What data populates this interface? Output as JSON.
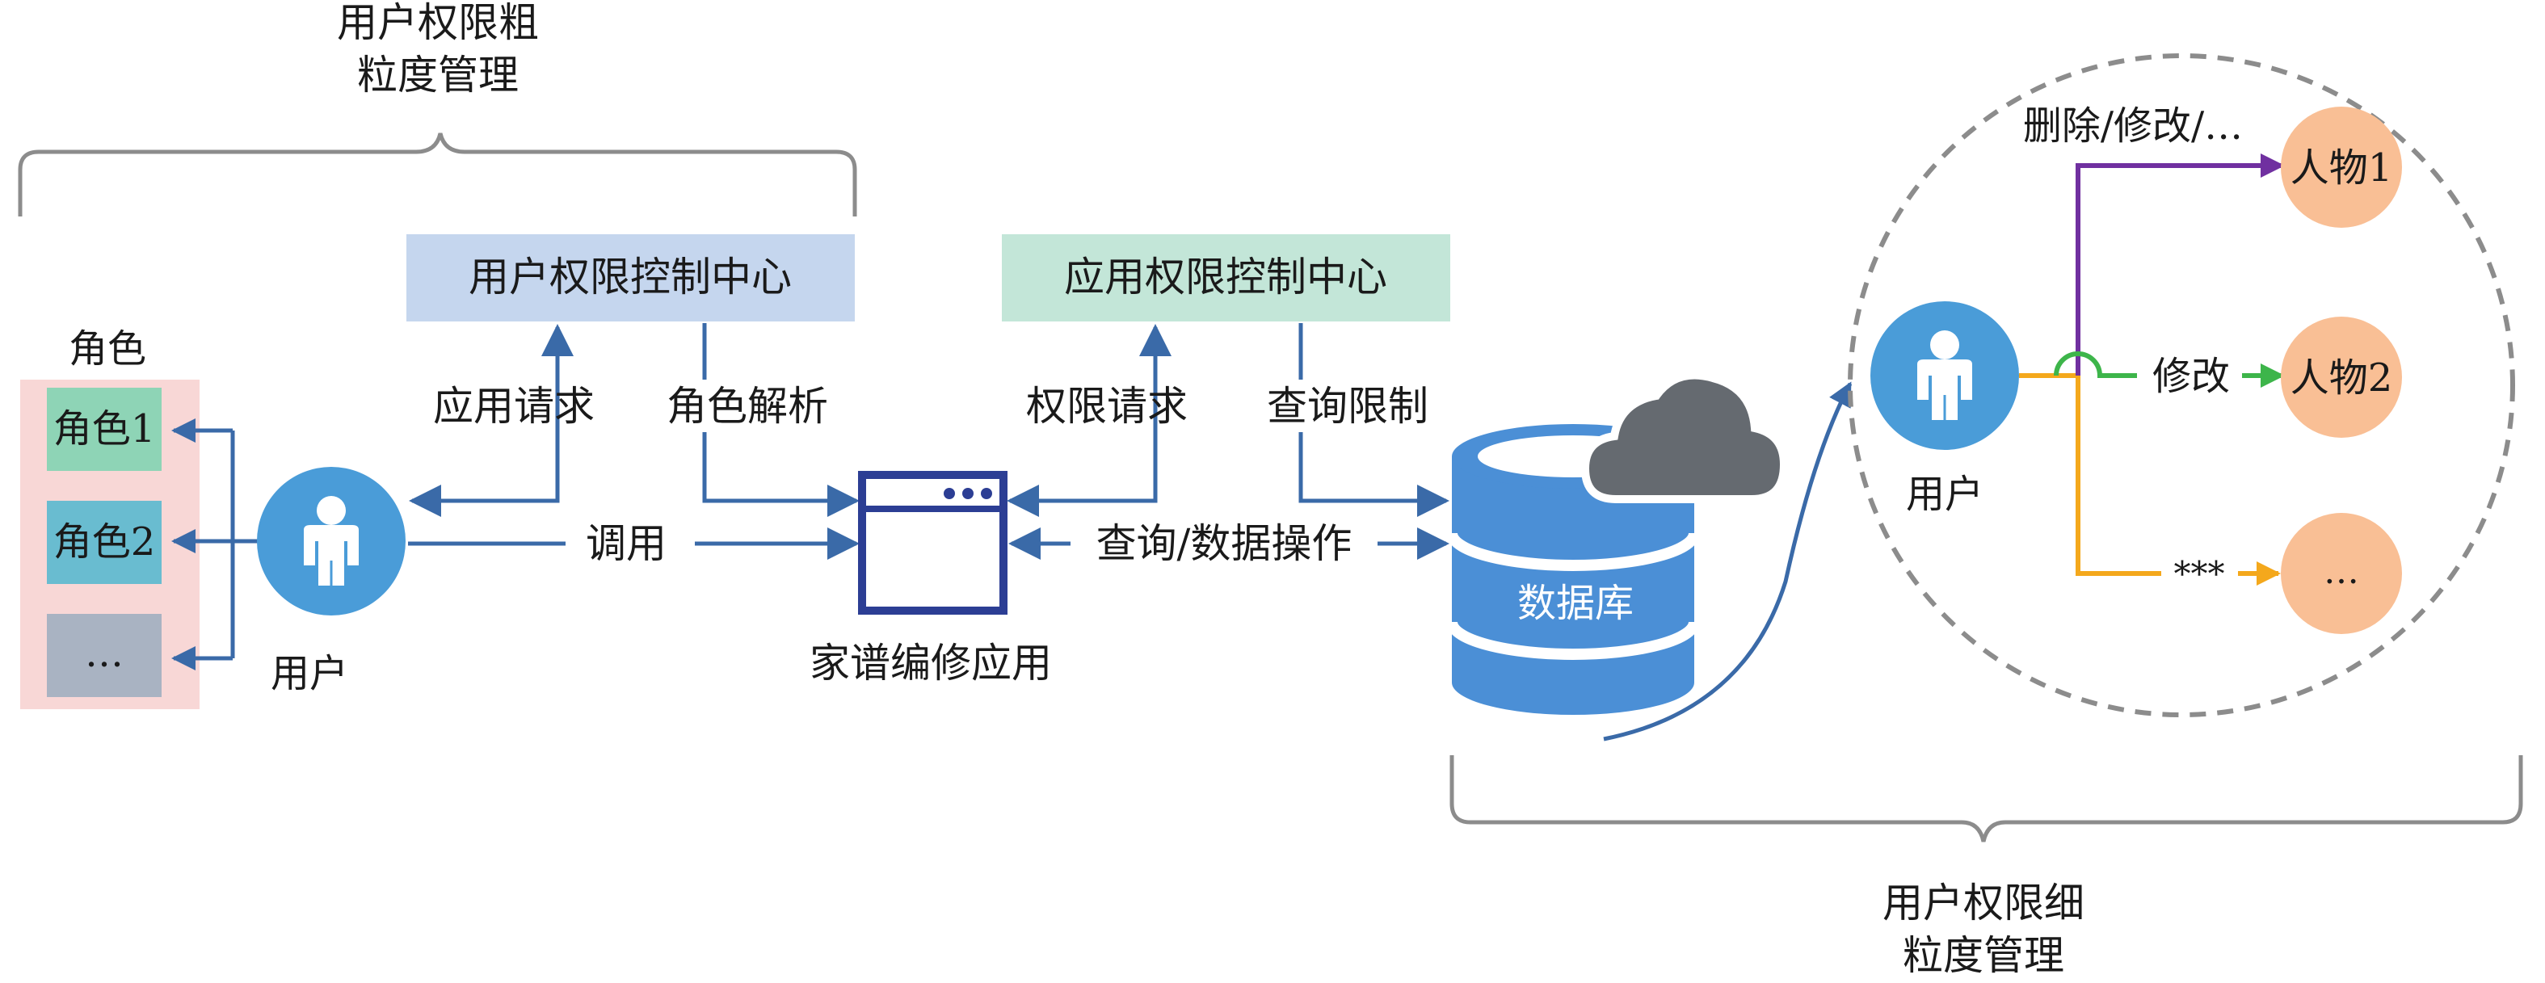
{
  "coarse_label": [
    "用户权限粗",
    "粒度管理"
  ],
  "fine_label": [
    "用户权限细",
    "粒度管理"
  ],
  "roles": {
    "title": "角色",
    "items": [
      "角色1",
      "角色2",
      "…"
    ]
  },
  "left_user": {
    "label": "用户",
    "icon": "user-icon"
  },
  "right_user": {
    "label": "用户",
    "icon": "user-icon"
  },
  "user_control_center": "用户权限控制中心",
  "app_control_center": "应用权限控制中心",
  "labels": {
    "app_request": "应用请求",
    "role_parse": "角色解析",
    "invoke": "调用",
    "perm_request": "权限请求",
    "query_limit": "查询限制",
    "query_data_op": "查询/数据操作"
  },
  "app_name": "家谱编修应用",
  "database": "数据库",
  "persons": [
    "人物1",
    "人物2",
    "…"
  ],
  "branch_labels": [
    "删除/修改/…",
    "修改",
    "***"
  ],
  "colors": {
    "arrow_blue": "#3a6aa8",
    "user_blue": "#4a9cd8",
    "db_blue": "#4b8fd6",
    "app_navy": "#2c3e94",
    "user_center_bg": "#c5d6ee",
    "app_center_bg": "#c3e6d8",
    "roles_panel_bg": "#f8d7d6",
    "role_green": "#8ed4b6",
    "role_teal": "#69bcd0",
    "role_gray": "#a9b3c2",
    "person_orange": "#f9bf95",
    "branch_purple": "#7030a0",
    "branch_green": "#3db54a",
    "branch_orange": "#f4a81c",
    "cloud_gray": "#656a70",
    "brace_gray": "#8c8c8c"
  }
}
